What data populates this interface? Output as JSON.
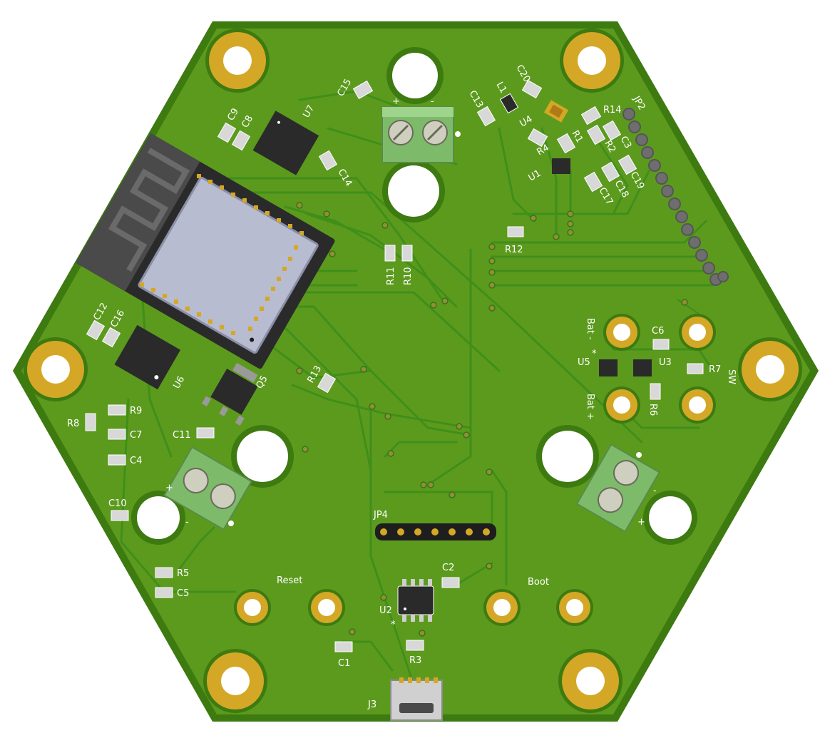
{
  "colors": {
    "board": "#5c9a1e",
    "board_edge": "#3d7a10",
    "trace": "#3f8f1a",
    "pad_gold": "#d4a826",
    "hole_white": "#ffffff",
    "chip_black": "#2a2a2a",
    "module_grey": "#4a4a4a",
    "shield": "#b8bcd0",
    "terminal_green": "#7dbb6a",
    "header_grey": "#6e6e6e",
    "silk": "#ffffff"
  },
  "labels": {
    "u7": "U7",
    "c15": "C15",
    "c9": "C9",
    "c8": "C8",
    "c14": "C14",
    "c13": "C13",
    "c20": "C20",
    "l1": "L1",
    "u4": "U4",
    "r14": "R14",
    "jp2": "JP2",
    "r1": "R1",
    "r4": "R4",
    "r2": "R2",
    "c3": "C3",
    "u1": "U1",
    "c17": "C17",
    "c18": "C18",
    "c19": "C19",
    "r12": "R12",
    "r11": "R11",
    "r10": "R10",
    "c12": "C12",
    "c16": "C16",
    "u6": "U6",
    "q5": "Q5",
    "r13": "R13",
    "bat_minus": "Bat -",
    "c6": "C6",
    "u5": "U5",
    "u3": "U3",
    "r7": "R7",
    "sw": "SW",
    "bat_plus": "Bat +",
    "r6": "R6",
    "r9": "R9",
    "r8": "R8",
    "c7": "C7",
    "c4": "C4",
    "c11": "C11",
    "c10": "C10",
    "jp4": "JP4",
    "r5": "R5",
    "c5": "C5",
    "reset": "Reset",
    "c2": "C2",
    "boot": "Boot",
    "u2": "U2",
    "c1": "C1",
    "r3": "R3",
    "j3": "J3",
    "plus": "+",
    "minus": "-",
    "star": "*"
  },
  "icons": {
    "antenna": "antenna-trace-icon",
    "screw": "screw-terminal-icon"
  }
}
